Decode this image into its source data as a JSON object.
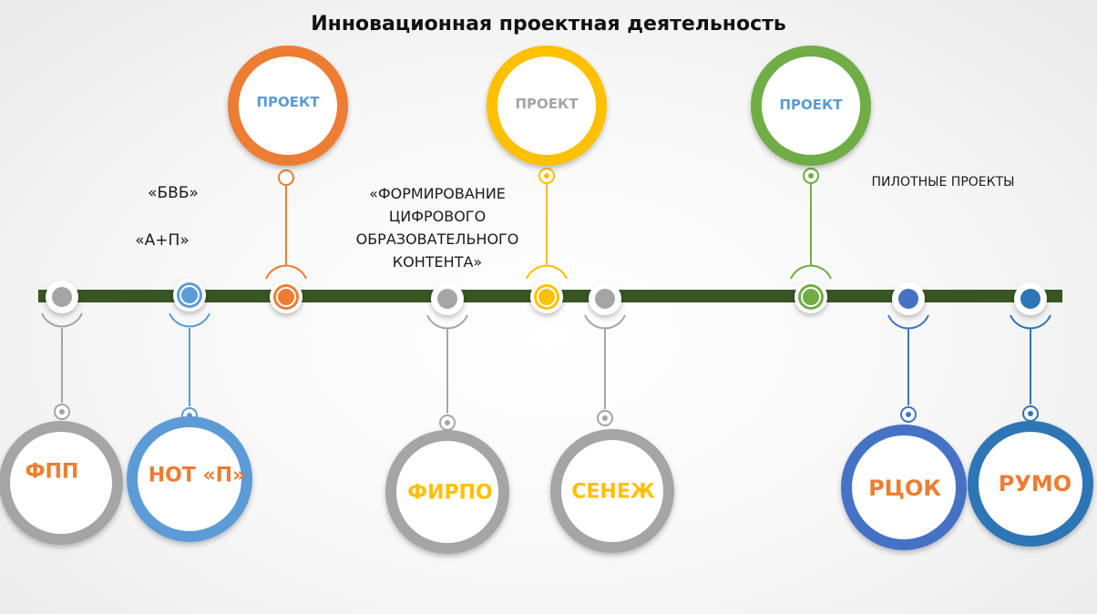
{
  "title": "Инновационная проектная деятельность",
  "labels": {
    "bbb": "«БВБ»",
    "ap": "«А+П»",
    "fcok": "«ФОРМИРОВАНИЕ ЦИФРОВОГО ОБРАЗОВАТЕЛЬНОГО КОНТЕНТА»",
    "pilot": "ПИЛОТНЫЕ ПРОЕКТЫ"
  },
  "top_projects": [
    {
      "label": "ПРОЕКТ",
      "ring_color": "#ed7d31",
      "text_color": "#5b9bd5"
    },
    {
      "label": "ПРОЕКТ",
      "ring_color": "#ffc000",
      "text_color": "#a5a5a5"
    },
    {
      "label": "ПРОЕКТ",
      "ring_color": "#70ad47",
      "text_color": "#5b9bd5"
    }
  ],
  "bottom_nodes": [
    {
      "label": "ФПП",
      "ring_color": "#a5a5a5",
      "text_color": "#ed7d31"
    },
    {
      "label": "НОТ «П»",
      "ring_color": "#5b9bd5",
      "text_color": "#ed7d31"
    },
    {
      "label": "ФИРПО",
      "ring_color": "#a5a5a5",
      "text_color": "#ffc000"
    },
    {
      "label": "СЕНЕЖ",
      "ring_color": "#a5a5a5",
      "text_color": "#ffc000"
    },
    {
      "label": "РЦОК",
      "ring_color": "#4472c4",
      "text_color": "#ed7d31"
    },
    {
      "label": "РУМО",
      "ring_color": "#2e75b6",
      "text_color": "#ed7d31"
    }
  ],
  "colors": {
    "timeline": "#375623",
    "gray": "#a5a5a5",
    "blue": "#5b9bd5",
    "orange": "#ed7d31",
    "yellow": "#ffc000",
    "green": "#70ad47",
    "dark_blue": "#4472c4",
    "navy_blue": "#2e75b6"
  }
}
